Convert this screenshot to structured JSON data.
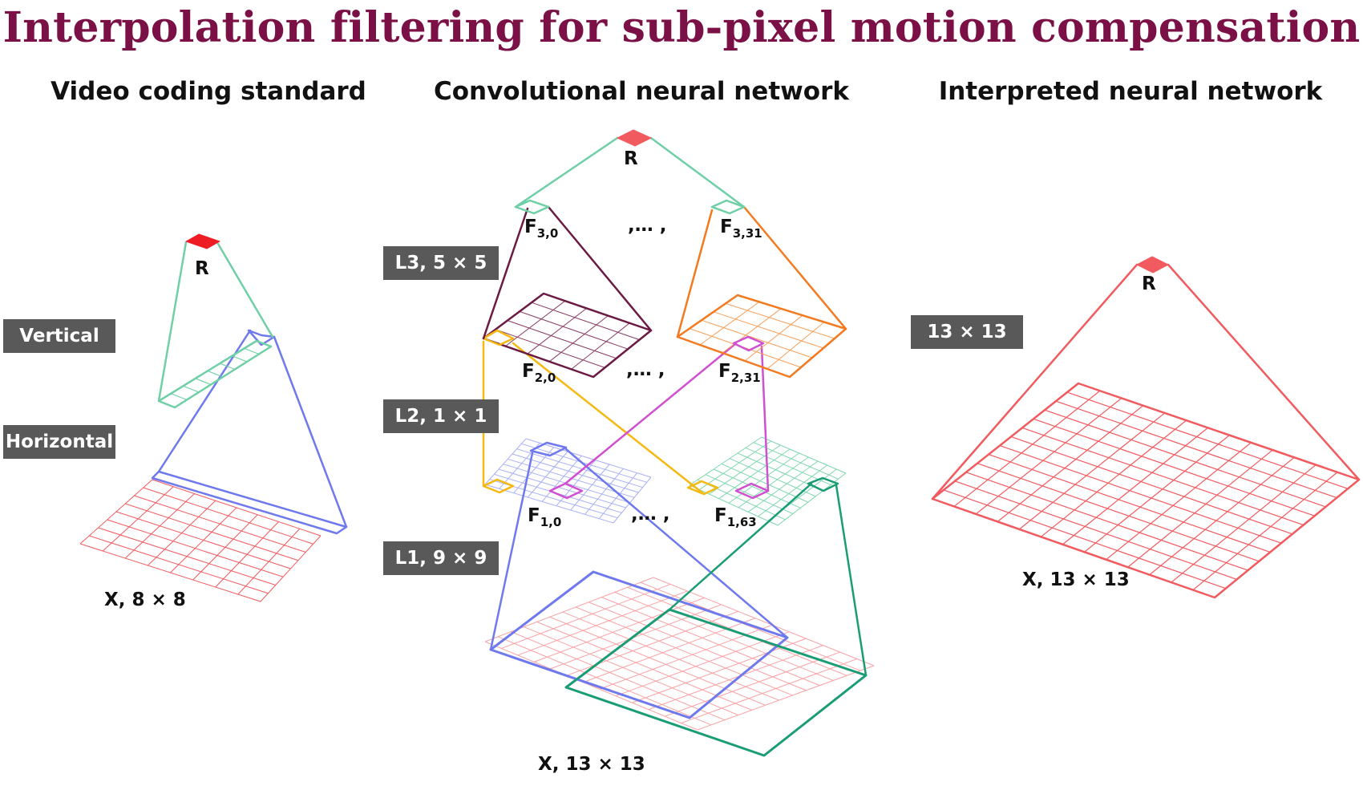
{
  "title": "Interpolation filtering for sub-pixel motion compensation",
  "columns": {
    "left": "Video coding standard",
    "middle": "Convolutional neural network",
    "right": "Interpreted neural network"
  },
  "left": {
    "tag_vertical": "Vertical",
    "tag_horizontal": "Horizontal",
    "output": "R",
    "input": "X, 8 × 8"
  },
  "middle": {
    "output": "R",
    "tag_l3": "L3, 5 × 5",
    "tag_l2": "L2, 1 × 1",
    "tag_l1": "L1, 9 × 9",
    "f30": "F",
    "f30_sub": "3,0",
    "f331": "F",
    "f331_sub": "3,31",
    "f20": "F",
    "f20_sub": "2,0",
    "f231": "F",
    "f231_sub": "2,31",
    "f10": "F",
    "f10_sub": "1,0",
    "f163": "F",
    "f163_sub": "1,63",
    "ellipsis": ",… ,",
    "input": "X, 13 × 13"
  },
  "right": {
    "tag": "13 × 13",
    "output": "R",
    "input": "X, 13 × 13"
  },
  "colors": {
    "title": "#7a1046",
    "red": "#f15a5f",
    "green_light": "#6fcfa6",
    "green_dark": "#1a9c74",
    "blue": "#6f79ee",
    "purple": "#6b1a44",
    "orange": "#f47a20",
    "yellow": "#f5b914",
    "magenta": "#d050d0",
    "tag_bg": "#595959"
  }
}
